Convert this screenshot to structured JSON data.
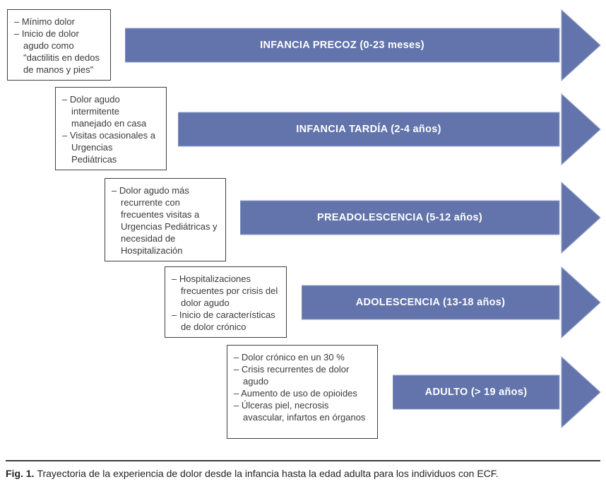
{
  "figure": {
    "stages": [
      {
        "box_lines": [
          "– Mínimo dolor",
          "– Inicio de dolor agudo como \"dactilitis en dedos de manos y pies\""
        ],
        "arrow_label": "INFANCIA PRECOZ (0-23 meses)"
      },
      {
        "box_lines": [
          "– Dolor agudo intermitente manejado en casa",
          "– Visitas ocasionales a Urgencias Pediátricas"
        ],
        "arrow_label": "INFANCIA TARDÍA (2-4 años)"
      },
      {
        "box_lines": [
          "– Dolor agudo más recurrente con frecuentes visitas a Urgencias Pediátricas y necesidad de Hospitalización"
        ],
        "arrow_label": "PREADOLESCENCIA (5-12 años)"
      },
      {
        "box_lines": [
          "– Hospitalizaciones frecuentes por crisis del dolor agudo",
          "– Inicio de características de dolor crónico"
        ],
        "arrow_label": "ADOLESCENCIA (13-18 años)"
      },
      {
        "box_lines": [
          "– Dolor crónico en un 30 %",
          "– Crisis recurrentes de dolor agudo",
          "– Aumento de uso de opioides",
          "– Úlceras piel, necrosis avascular, infartos en órganos"
        ],
        "arrow_label": "ADULTO (> 19 años)"
      }
    ],
    "caption": {
      "label": "Fig. 1.",
      "text": "Trayectoria de la experiencia de dolor desde la infancia hasta la edad adulta para los individuos con ECF."
    },
    "colors": {
      "arrow_fill": "#6274ab",
      "arrow_edge": "#98a4cd",
      "box_border": "#3f3f3f",
      "label_text": "#ffffff"
    }
  }
}
